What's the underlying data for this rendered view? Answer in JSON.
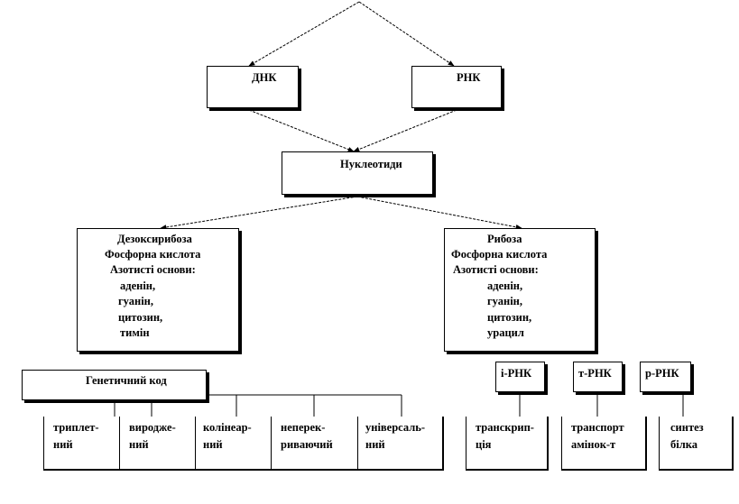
{
  "nodes": {
    "dna": "ДНК",
    "rna": "РНК",
    "nucleotides": "Нуклеотиди",
    "dna_components": {
      "lines": [
        "Дезоксирибоза",
        "Фосфорна кислота",
        "Азотисті основи:"
      ],
      "bases": [
        "аденін,",
        "гуанін,",
        "цитозин,",
        "тимін"
      ]
    },
    "rna_components": {
      "lines": [
        "Рибоза",
        "Фосфорна кислота",
        "Азотисті основи:"
      ],
      "bases": [
        "аденін,",
        "гуанін,",
        "цитозин,",
        "урацил"
      ]
    },
    "genetic_code": "Генетичний код",
    "code_properties": [
      [
        "триплет-",
        "ний"
      ],
      [
        "виродже-",
        "ний"
      ],
      [
        "колінеар-",
        "ний"
      ],
      [
        "неперек-",
        "риваючий"
      ],
      [
        "універсаль-",
        "ний"
      ]
    ],
    "rna_types": [
      {
        "label": "і-РНК",
        "function": [
          "транскрип-",
          "ція"
        ]
      },
      {
        "label": "т-РНК",
        "function": [
          "транспорт",
          "амінок-т"
        ]
      },
      {
        "label": "р-РНК",
        "function": [
          "синтез",
          "білка"
        ]
      }
    ]
  }
}
